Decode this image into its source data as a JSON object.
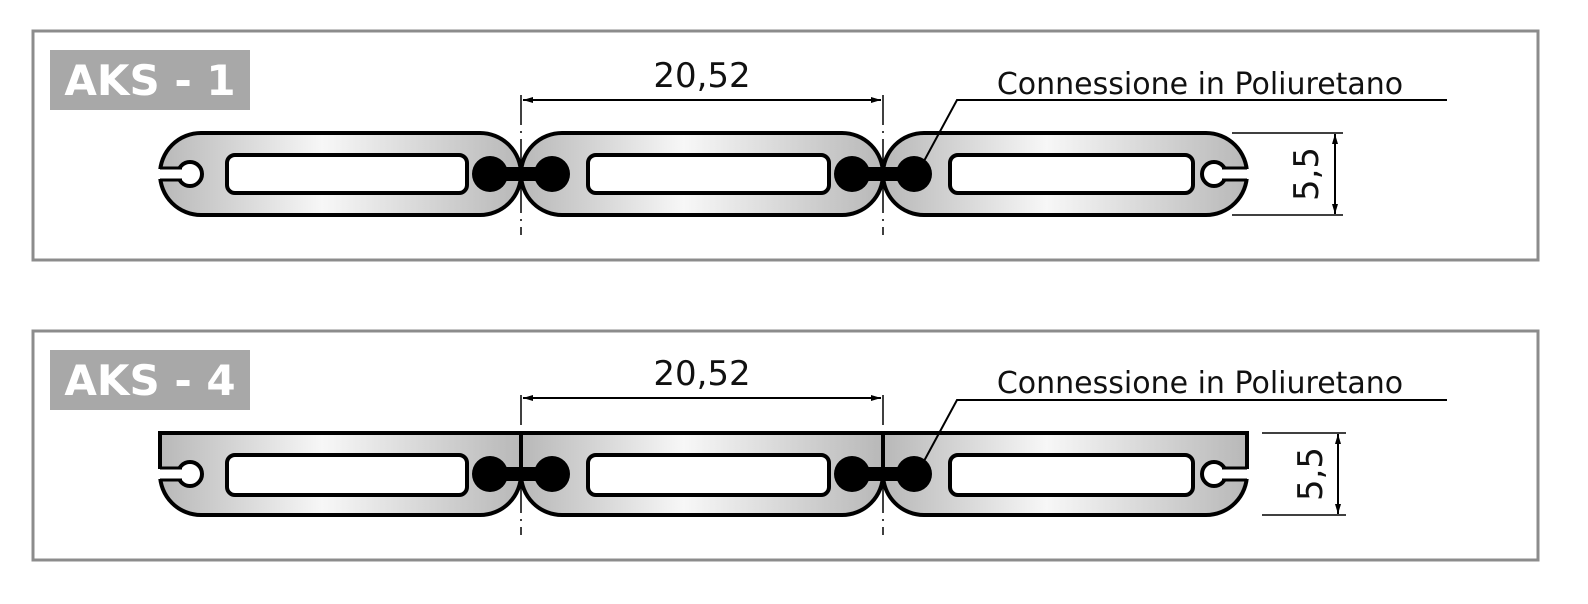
{
  "panels": [
    {
      "label": "AKS - 1",
      "pitch": "20,52",
      "height": "5,5",
      "callout": "Connessione in Poliuretano",
      "style": "rounded"
    },
    {
      "label": "AKS - 4",
      "pitch": "20,52",
      "height": "5,5",
      "callout": "Connessione in Poliuretano",
      "style": "flat-top"
    }
  ],
  "colors": {
    "frame": "#8c8c8c",
    "label_bg": "#a8a8a8",
    "link_dark": "#b8b8b8",
    "link_light": "#f7f7f7",
    "ink": "#000000"
  }
}
